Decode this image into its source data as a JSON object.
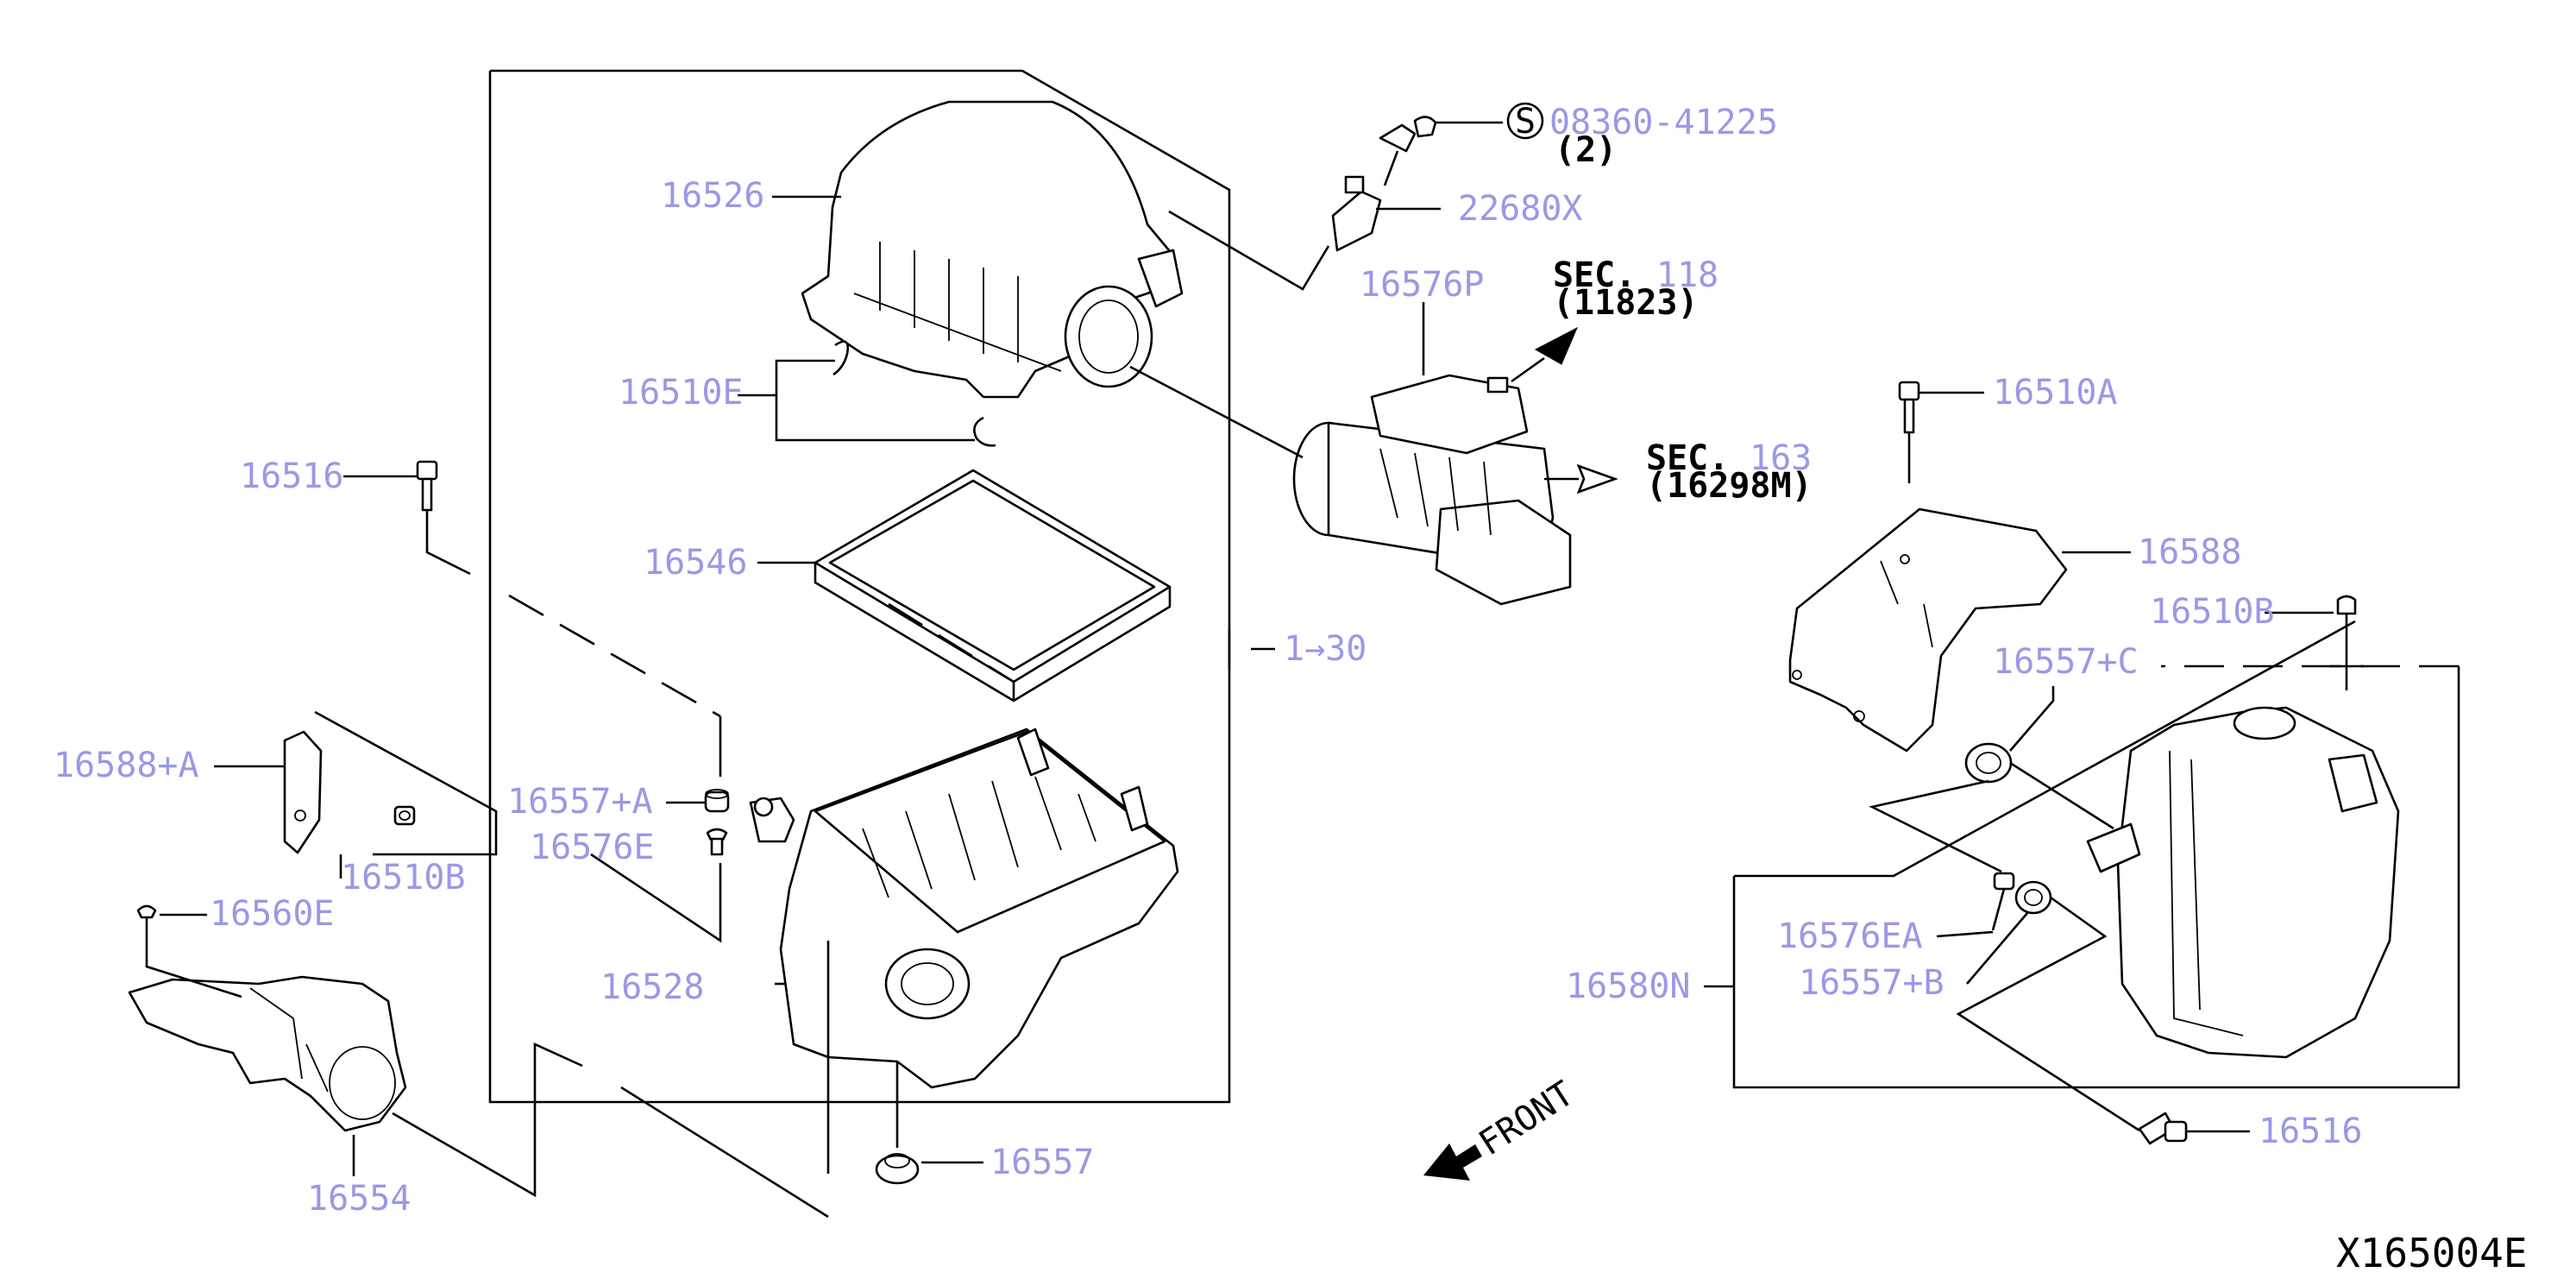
{
  "labels": {
    "p16526": "16526",
    "p16510E": "16510E",
    "p16516_left": "16516",
    "p16546": "16546",
    "p1xx30": "1→30",
    "p16588A": "16588+A",
    "p16557A": "16557+A",
    "p16576E": "16576E",
    "p16510B_left": "16510B",
    "p16560E": "16560E",
    "p16528": "16528",
    "p16554": "16554",
    "p16557": "16557",
    "p22680X": "22680X",
    "screw_ref": "08360-41225",
    "screw_qty": "(2)",
    "screw_symbol": "S",
    "p16576P": "16576P",
    "sec118_prefix": "SEC.",
    "sec118_num": "118",
    "sec118_ref": "(11823)",
    "sec163_prefix": "SEC.",
    "sec163_num": "163",
    "sec163_ref": "(16298M)",
    "p16510A": "16510A",
    "p16588": "16588",
    "p16510B_right": "16510B",
    "p16557C": "16557+C",
    "p16576EA": "16576EA",
    "p16557B": "16557+B",
    "p16580N": "16580N",
    "p16516_right": "16516",
    "front": "FRONT",
    "diagram_code": "X165004E"
  },
  "colors": {
    "label_color": "#9a98e6",
    "line_color": "#000000",
    "background": "#ffffff"
  }
}
